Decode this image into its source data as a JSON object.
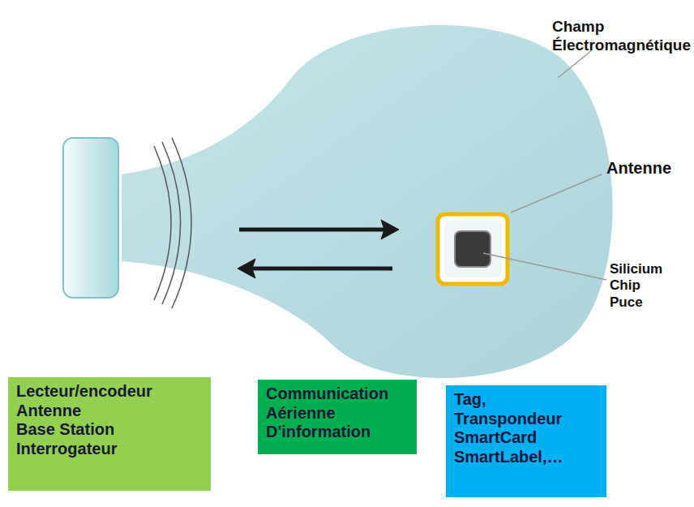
{
  "diagram": {
    "nodes": [
      {
        "text": [
          "Lecteur/encodeur",
          "Antenne",
          "Base Station",
          "Interrogateur"
        ]
      },
      {
        "text": [
          "Communication Aérienne D'information"
        ]
      },
      {
        "text": [
          "Tag,",
          "Transpondeur",
          "SmartCard",
          "SmartLabel,…"
        ]
      }
    ],
    "labels": [
      "Champ Électromagnétique",
      "Antenne",
      "Silicium Chip Puce"
    ]
  }
}
